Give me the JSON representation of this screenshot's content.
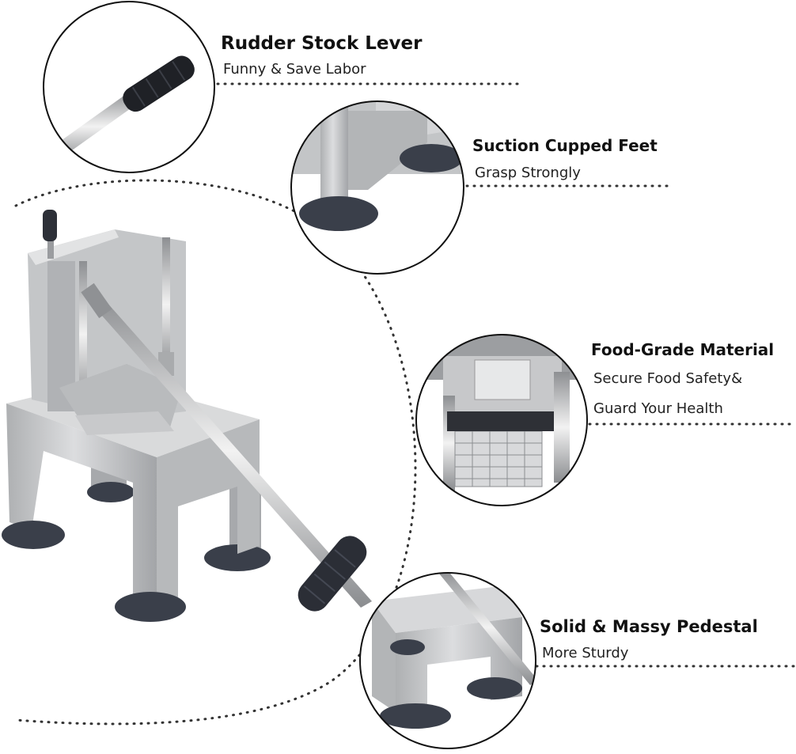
{
  "features": [
    {
      "title": "Rudder Stock Lever",
      "subtitle": "Funny & Save Labor"
    },
    {
      "title": "Suction Cupped Feet",
      "subtitle": "Grasp Strongly"
    },
    {
      "title": "Food-Grade Material",
      "subtitle_line1": "Secure Food Safety&",
      "subtitle_line2": "Guard Your Health"
    },
    {
      "title": "Solid & Massy Pedestal",
      "subtitle": "More Sturdy"
    }
  ],
  "colors": {
    "steel": "#c9c9c9",
    "steel_dark": "#9a9a9a",
    "rubber": "#3a3f4a",
    "dots": "#333333",
    "background": "#ffffff"
  }
}
